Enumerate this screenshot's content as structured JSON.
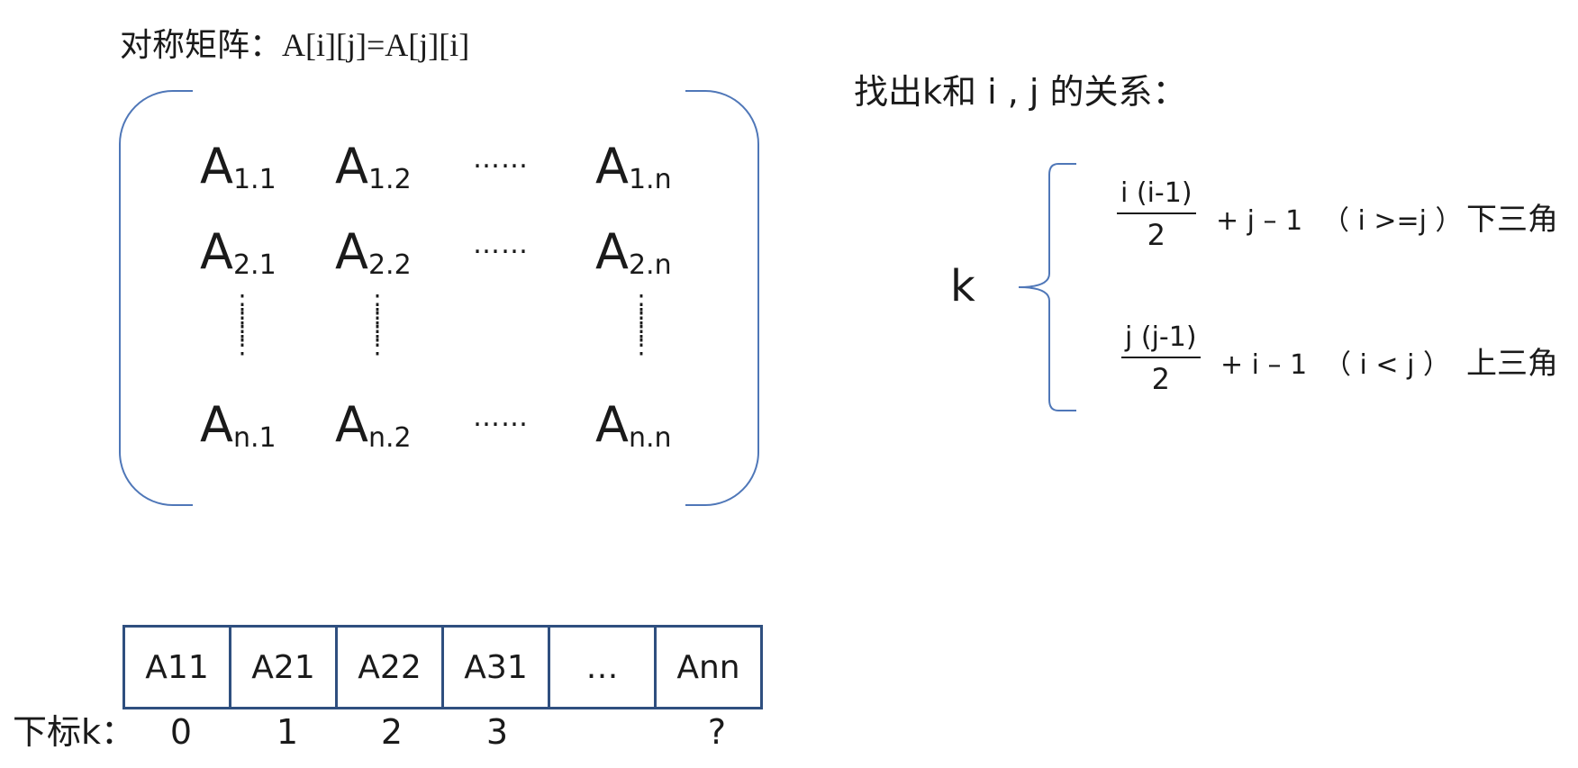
{
  "title": {
    "prefix": "对称矩阵：",
    "formula": "A[i][j]=A[j][i]"
  },
  "matrix": {
    "r1": {
      "c1": {
        "base": "A",
        "sub": "1.1"
      },
      "c2": {
        "base": "A",
        "sub": "1.2"
      },
      "dots": "……",
      "cn": {
        "base": "A",
        "sub": "1.n"
      }
    },
    "r2": {
      "c1": {
        "base": "A",
        "sub": "2.1"
      },
      "c2": {
        "base": "A",
        "sub": "2.2"
      },
      "dots": "……",
      "cn": {
        "base": "A",
        "sub": "2.n"
      }
    },
    "vdots": "⋮",
    "rn": {
      "c1": {
        "base": "A",
        "sub": "n.1"
      },
      "c2": {
        "base": "A",
        "sub": "n.2"
      },
      "dots": "……",
      "cn": {
        "base": "A",
        "sub": "n.n"
      }
    }
  },
  "relation": {
    "heading": "找出k和 i , j 的关系：",
    "k_symbol": "k",
    "lower": {
      "numerator": "i (i-1)",
      "denominator": "2",
      "tail": "+ j – 1",
      "condition": "（ i >=j ）",
      "label": "下三角"
    },
    "upper": {
      "numerator": "j (j-1)",
      "denominator": "2",
      "tail": "+ i – 1",
      "condition": "（ i < j ）",
      "label": "上三角"
    },
    "brace_color": "#4f77b8"
  },
  "array": {
    "cells": [
      "A11",
      "A21",
      "A22",
      "A31",
      "…",
      "Ann"
    ],
    "index_label": "下标k：",
    "indices": [
      "0",
      "1",
      "2",
      "3",
      "?"
    ],
    "border_color": "#2f4f7f"
  }
}
